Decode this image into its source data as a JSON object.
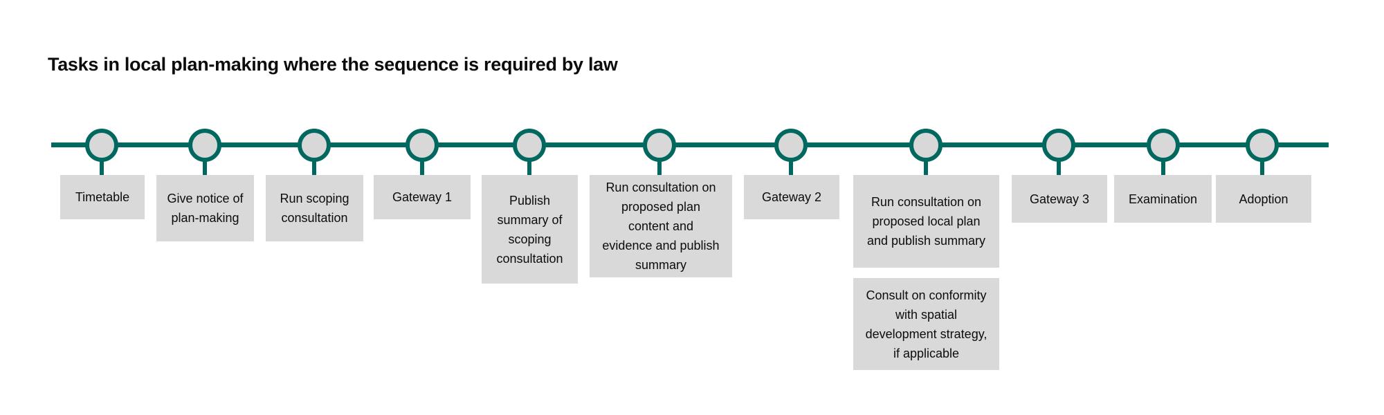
{
  "title": "Tasks in local plan-making where the sequence is required by law",
  "colors": {
    "line": "#00685f",
    "node_fill": "#d8d8d8",
    "box_fill": "#d9d9d9",
    "text": "#0b0c0c"
  },
  "steps": [
    {
      "label": "Timetable"
    },
    {
      "label": "Give notice of plan-making"
    },
    {
      "label": "Run scoping consultation"
    },
    {
      "label": "Gateway 1"
    },
    {
      "label": "Publish summary of scoping consultation"
    },
    {
      "label": "Run consultation on proposed plan content and evidence and publish summary"
    },
    {
      "label": "Gateway 2"
    },
    {
      "label": "Run consultation on proposed local plan and publish summary",
      "extra": "Consult on conformity with spatial development strategy, if applicable"
    },
    {
      "label": "Gateway 3"
    },
    {
      "label": "Examination"
    },
    {
      "label": "Adoption"
    }
  ]
}
